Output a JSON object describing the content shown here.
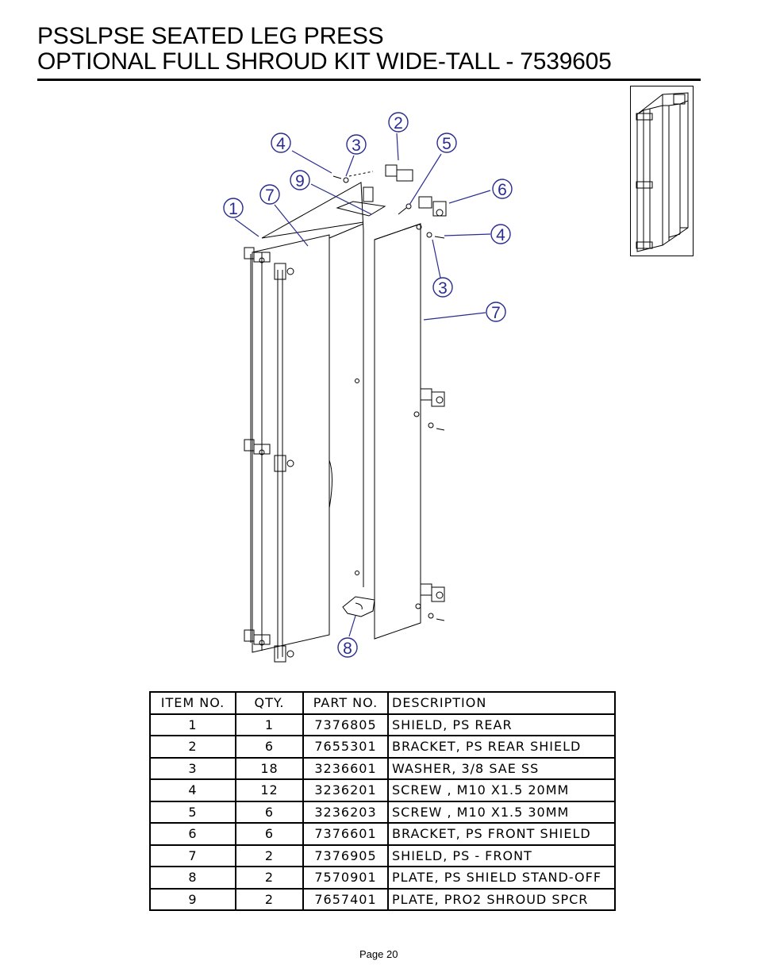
{
  "title": {
    "line1": "PSSLPSE SEATED LEG PRESS",
    "line2": "OPTIONAL FULL SHROUD KIT WIDE-TALL - 7539605"
  },
  "balloon_color": "#2a2d8f",
  "balloons": [
    "2",
    "4",
    "3",
    "5",
    "9",
    "6",
    "1",
    "7",
    "4",
    "3",
    "7",
    "8"
  ],
  "bom": {
    "headers": [
      "ITEM NO.",
      "QTY.",
      "PART NO.",
      "DESCRIPTION"
    ],
    "rows": [
      [
        "1",
        "1",
        "7376805",
        "SHIELD, PS REAR"
      ],
      [
        "2",
        "6",
        "7655301",
        "BRACKET, PS REAR SHIELD"
      ],
      [
        "3",
        "18",
        "3236601",
        "WASHER, 3/8 SAE SS"
      ],
      [
        "4",
        "12",
        "3236201",
        "SCREW , M10 X1.5 20MM"
      ],
      [
        "5",
        "6",
        "3236203",
        "SCREW , M10 X1.5 30MM"
      ],
      [
        "6",
        "6",
        "7376601",
        "BRACKET, PS FRONT SHIELD"
      ],
      [
        "7",
        "2",
        "7376905",
        "SHIELD, PS - FRONT"
      ],
      [
        "8",
        "2",
        "7570901",
        "PLATE, PS SHIELD STAND-OFF"
      ],
      [
        "9",
        "2",
        "7657401",
        "PLATE, PRO2 SHROUD SPCR"
      ]
    ]
  },
  "footer": {
    "page": "Page 20"
  }
}
